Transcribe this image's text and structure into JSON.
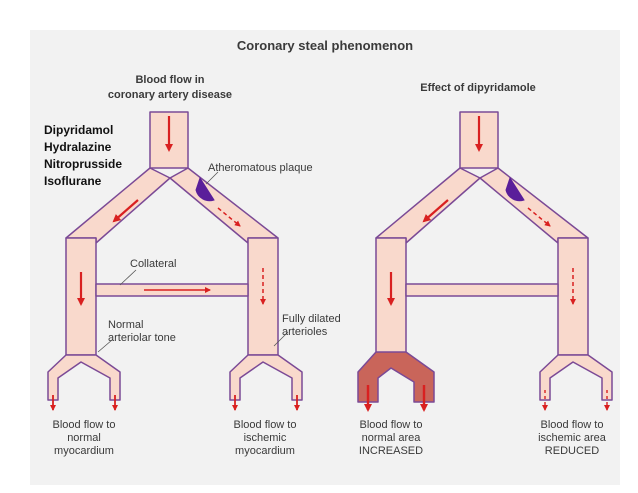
{
  "title": "Coronary steal phenomenon",
  "drugs": [
    "Dipyridamol",
    "Hydralazine",
    "Nitroprusside",
    "Isoflurane"
  ],
  "left_panel": {
    "heading": [
      "Blood flow in",
      "coronary artery disease"
    ],
    "plaque_label": "Atheromatous plaque",
    "collateral_label": "Collateral",
    "normal_tone_label": [
      "Normal",
      "arteriolar tone"
    ],
    "dilated_label": [
      "Fully dilated",
      "arterioles"
    ],
    "bottom_left": [
      "Blood flow to",
      "normal",
      "myocardium"
    ],
    "bottom_right": [
      "Blood flow to",
      "ischemic",
      "myocardium"
    ]
  },
  "right_panel": {
    "heading": "Effect of dipyridamole",
    "bottom_left": [
      "Blood flow to",
      "normal area",
      "INCREASED"
    ],
    "bottom_right": [
      "Blood flow to",
      "ischemic area",
      "REDUCED"
    ]
  },
  "colors": {
    "vessel_fill": "#f9d9cc",
    "vessel_outline": "#7b4a96",
    "arrow": "#d92020",
    "plaque": "#5a1f9a",
    "dilated_fill": "#c9655a",
    "background_panel": "#f2f2f2"
  }
}
